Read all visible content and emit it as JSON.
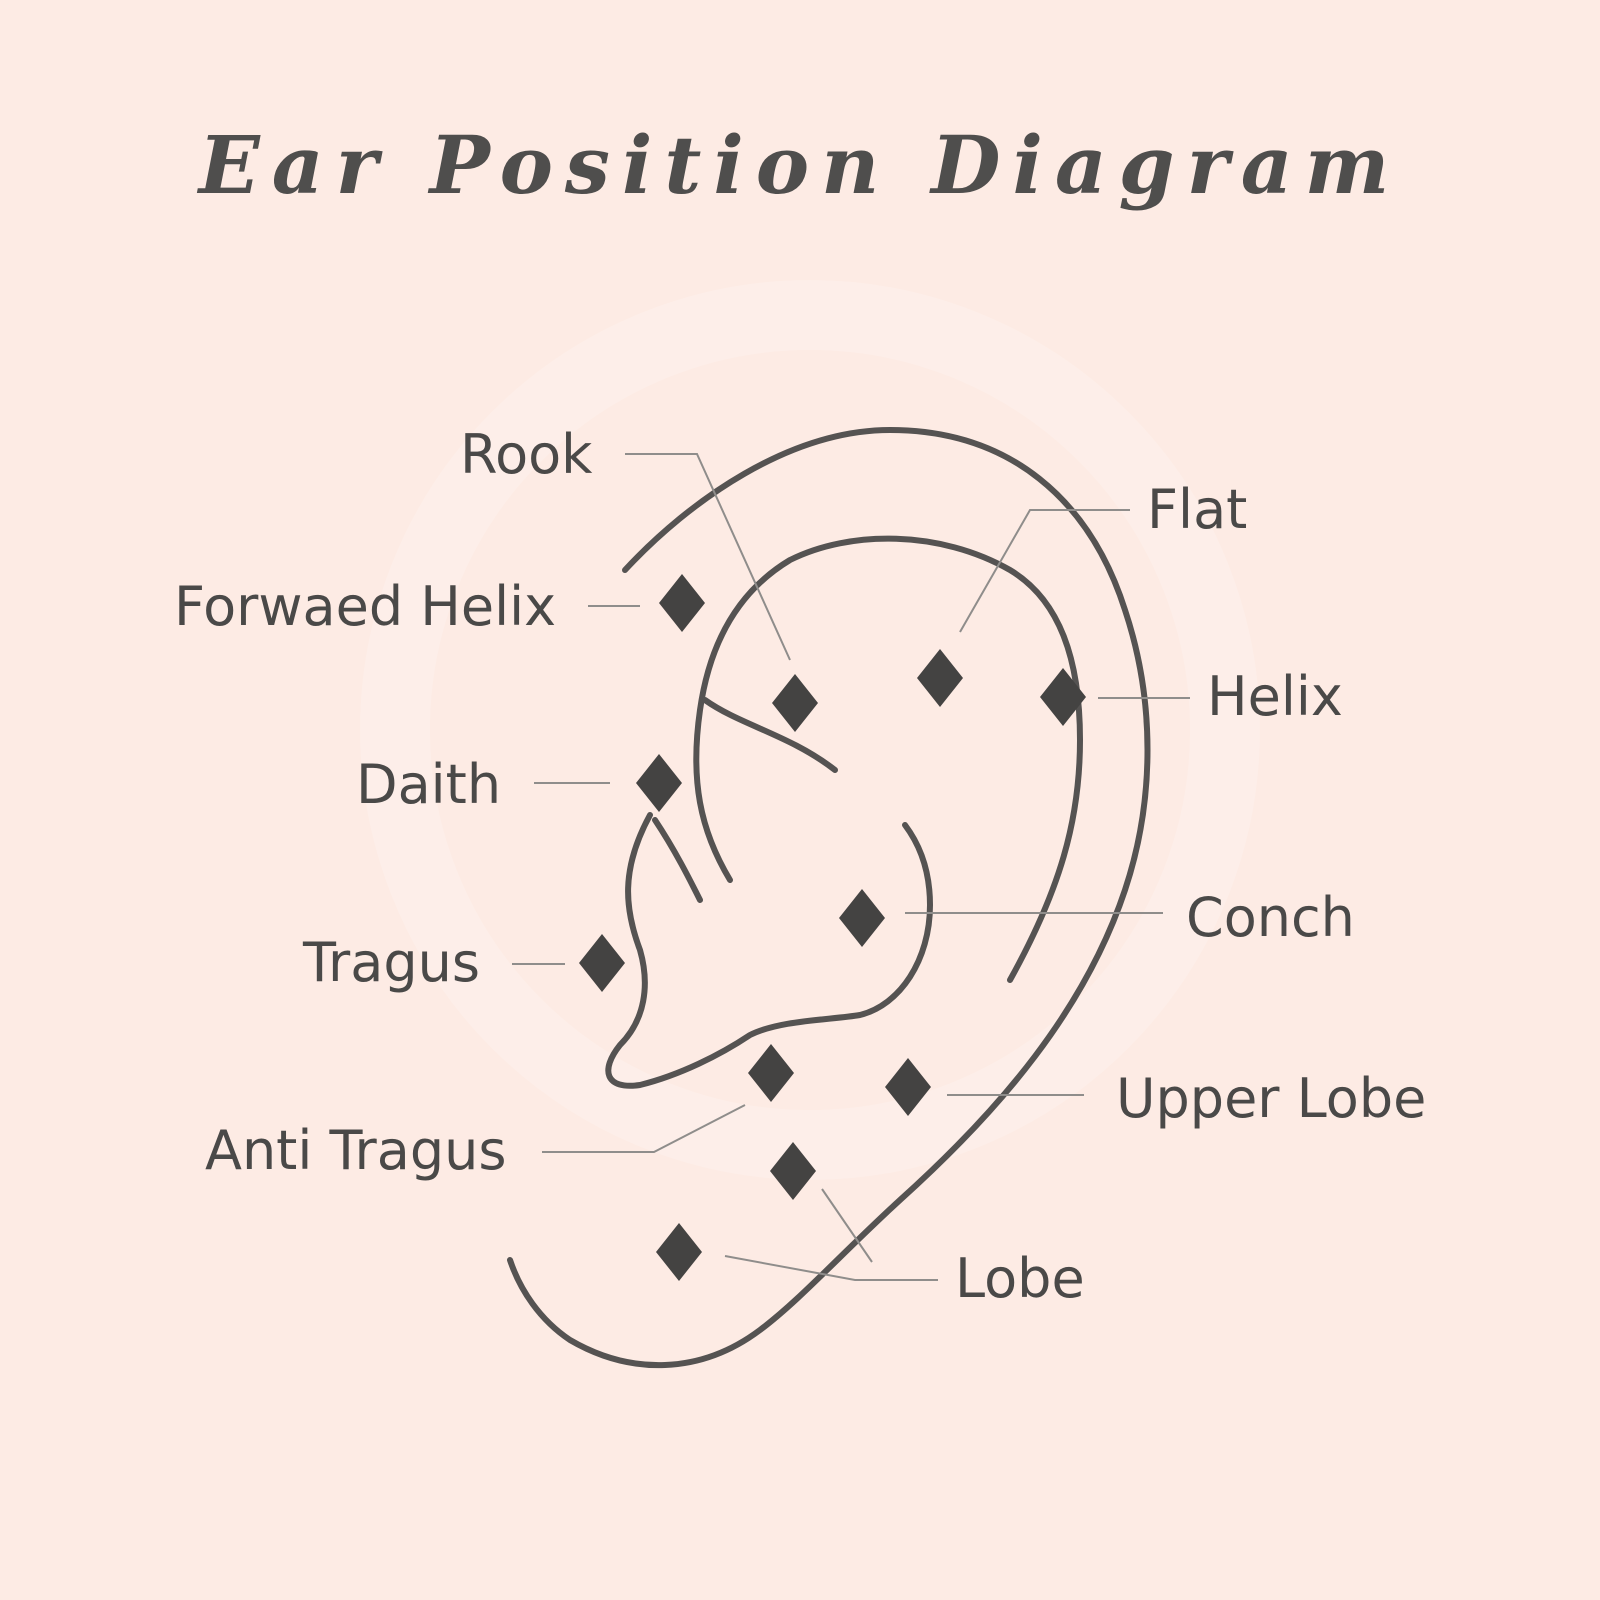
{
  "title": "Ear Position Diagram",
  "colors": {
    "background": "#fdebe4",
    "ink": "#4d4b4a",
    "leader": "#8f8d8b"
  },
  "labels": {
    "rook": "Rook",
    "flat": "Flat",
    "forward_helix": "Forwaed Helix",
    "helix": "Helix",
    "daith": "Daith",
    "conch": "Conch",
    "tragus": "Tragus",
    "upper_lobe": "Upper Lobe",
    "anti_tragus": "Anti Tragus",
    "lobe": "Lobe"
  },
  "icons": {
    "marker": "four-point-star-icon"
  }
}
